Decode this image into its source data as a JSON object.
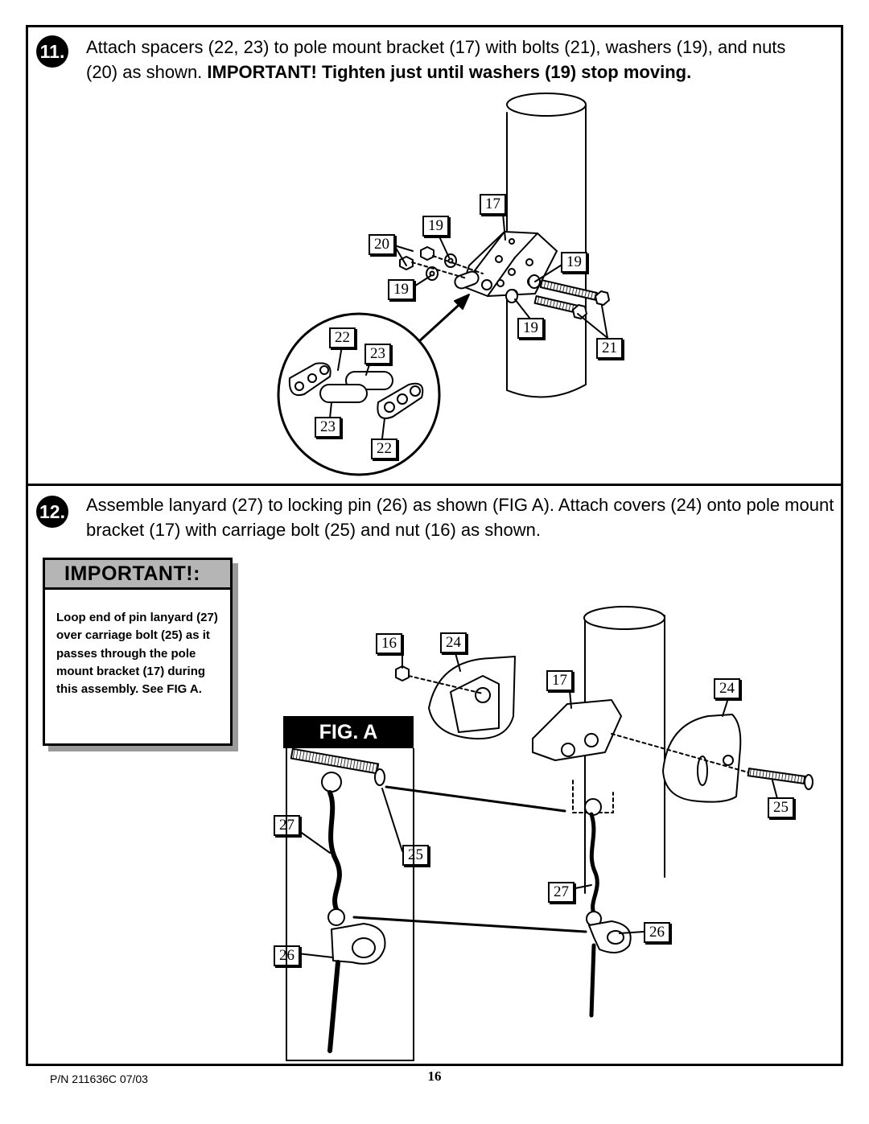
{
  "step11": {
    "number": "11.",
    "text": "Attach spacers (22, 23) to pole mount bracket (17) with bolts (21), washers (19), and nuts (20) as shown.",
    "important": "IMPORTANT! Tighten just until washers (19) stop moving."
  },
  "step12": {
    "number": "12.",
    "text": "Assemble lanyard (27) to locking pin (26) as shown (FIG A). Attach covers (24) onto pole mount bracket (17) with carriage bolt (25) and nut (16) as shown."
  },
  "important_box": {
    "title": "IMPORTANT!:",
    "body": "Loop end of pin lanyard (27) over carriage bolt (25) as it passes through the pole mount bracket (17) during this assembly. See FIG A."
  },
  "fig_a_label": "FIG. A",
  "callouts11": [
    "17",
    "19",
    "20",
    "19",
    "19",
    "19",
    "21",
    "22",
    "23",
    "23",
    "22"
  ],
  "callouts12": [
    "16",
    "24",
    "17",
    "24",
    "25",
    "27",
    "25",
    "27",
    "26",
    "26"
  ],
  "footer": {
    "part_number": "P/N 211636C   07/03",
    "page_number": "16"
  }
}
